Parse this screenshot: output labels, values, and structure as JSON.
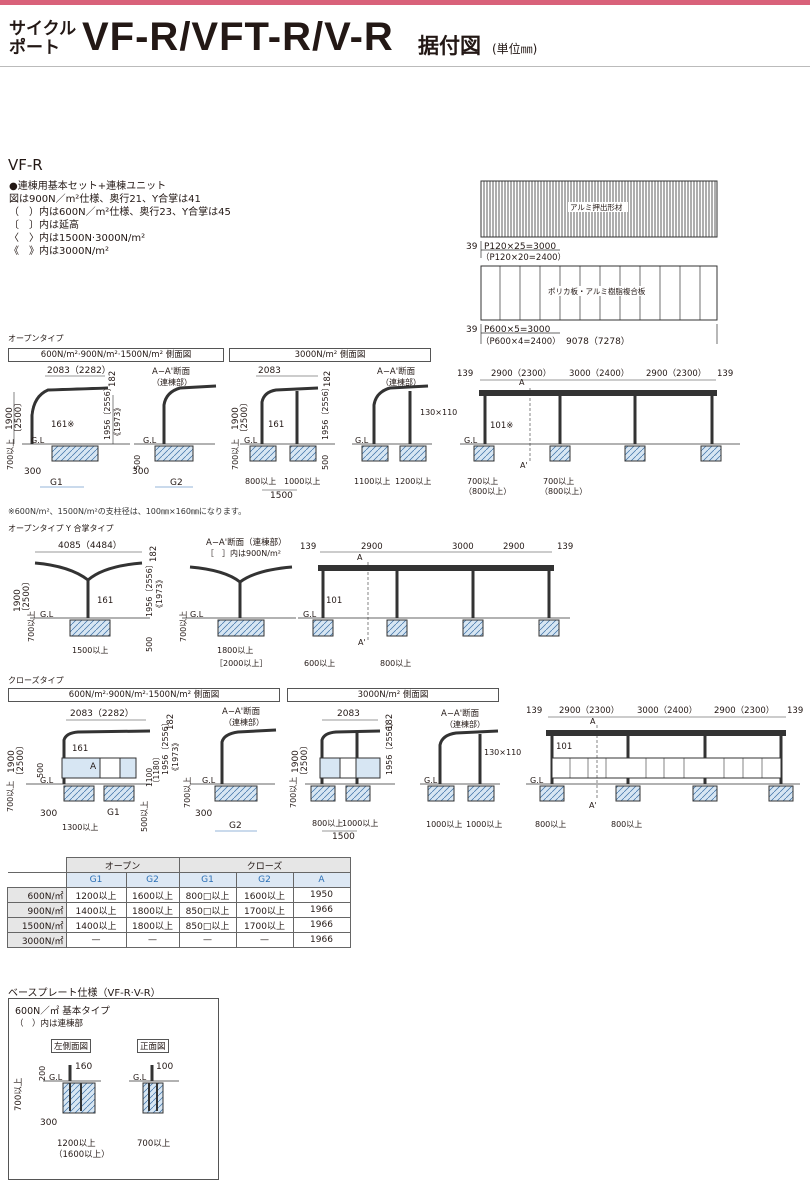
{
  "header": {
    "brand_line1": "サイクル",
    "brand_line2": "ポート",
    "title": "VF-R/VFT-R/V-R",
    "subtitle": "据付図",
    "unit": "(単位㎜)"
  },
  "section_title": "VF-R",
  "notes": [
    "●連棟用基本セット+連棟ユニット",
    "図は900N／m²仕様、奥行21、Y合掌は41",
    "（　）内は600N／m²仕様、奥行23、Y合掌は45",
    "〔　〕内は延高",
    "〈　〉内は1500N·3000N/m²",
    "《　》内は3000N/m²"
  ],
  "plan": {
    "roof_label_1": "アルミ押出形材",
    "pitch_1": "P120×25=3000",
    "pitch_1_alt": "（P120×20=2400）",
    "roof_label_2": "ポリカ板・アルミ樹脂複合板",
    "pitch_2": "P600×5=3000",
    "pitch_2_alt": "（P600×4=2400）",
    "total": "9078（7278）",
    "edge": "39"
  },
  "open": {
    "type_label": "オープンタイプ",
    "box1": "600N/m²·900N/m²·1500N/m² 側面図",
    "box2": "3000N/m² 側面図",
    "aa": "A−A'断面",
    "renmune": "（連棟部）",
    "w1": "2083（2282）",
    "w2": "2083",
    "h1": "1900",
    "h1b": "〔2500〕",
    "h2": "1956〔2556〕",
    "h2b": "《1973》",
    "h3": "1956〔2556〕",
    "top": "182",
    "post": "161",
    "post_mark": "161※",
    "gl": "G.L",
    "base": "700以上",
    "d300": "300",
    "d500": "500",
    "g1": "G1",
    "g2": "G2",
    "f800": "800以上",
    "f1000": "1000以上",
    "f1500": "1500",
    "f1100": "1100以上",
    "f1200": "1200以上",
    "beam": "130×110",
    "front_spans": [
      "139",
      "2900（2300）",
      "3000（2400）",
      "2900（2300）",
      "139"
    ],
    "post_front": "101※",
    "a": "A",
    "a2": "A'",
    "fr1": "700以上",
    "fr1b": "（800以上）",
    "fr2": "700以上",
    "fr2b": "（800以上）"
  },
  "footnote": "※600N/m²、1500N/m²の支柱径は、100㎜×160㎜になります。",
  "y": {
    "type_label": "オープンタイプ Y 合掌タイプ",
    "w": "4085（4484）",
    "top": "182",
    "h1": "1900",
    "h1b": "〔2500〕",
    "h2": "1956〔2556〕",
    "h2b": "《1973》",
    "post": "161",
    "gl": "G.L",
    "base": "700以上",
    "d500": "500",
    "f1": "1500以上",
    "aa": "A−A'断面（連棟部）",
    "aa2": "［　］内は900N/m²",
    "f2": "1800以上",
    "f2b": "［2000以上］",
    "front_spans": [
      "139",
      "2900",
      "3000",
      "2900",
      "139"
    ],
    "post_front": "101",
    "a": "A",
    "a2": "A'",
    "fr1": "600以上",
    "fr2": "800以上"
  },
  "close": {
    "type_label": "クローズタイプ",
    "box1": "600N/m²·900N/m²·1500N/m² 側面図",
    "box2": "3000N/m² 側面図",
    "w1": "2083（2282）",
    "w2": "2083",
    "h1": "1900",
    "h1b": "〔2500〕",
    "h2": "1956〔2556〕",
    "h2b": "《1973》",
    "h3": "1956〔2556〕",
    "top": "182",
    "post": "161",
    "d500": "500",
    "d1100": "1100",
    "d1180": "〔1180〕",
    "gl": "G.L",
    "base": "700以上",
    "d300": "300",
    "f1300": "1300以上",
    "g1": "G1",
    "g2": "G2",
    "f500": "500以上",
    "a_panel": "A",
    "aa": "A−A'断面",
    "renmune": "（連棟部）",
    "f800": "800以上",
    "f1000": "1000以上",
    "f1500": "1500",
    "f1000b": "1000以上",
    "f1000c": "1000以上",
    "beam": "130×110",
    "front_spans": [
      "139",
      "2900（2300）",
      "3000（2400）",
      "2900（2300）",
      "139"
    ],
    "post_front": "101",
    "a": "A",
    "a2": "A'",
    "fr1": "800以上",
    "fr2": "800以上"
  },
  "table": {
    "group_open": "オープン",
    "group_close": "クローズ",
    "cols": [
      "G1",
      "G2",
      "G1",
      "G2",
      "A"
    ],
    "rows": [
      {
        "load": "600N/㎡",
        "cells": [
          "1200以上",
          "1600以上",
          "800□以上",
          "1600以上",
          "1950"
        ]
      },
      {
        "load": "900N/㎡",
        "cells": [
          "1400以上",
          "1800以上",
          "850□以上",
          "1700以上",
          "1966"
        ]
      },
      {
        "load": "1500N/㎡",
        "cells": [
          "1400以上",
          "1800以上",
          "850□以上",
          "1700以上",
          "1966"
        ]
      },
      {
        "load": "3000N/㎡",
        "cells": [
          "—",
          "—",
          "—",
          "—",
          "1966"
        ]
      }
    ]
  },
  "baseplate": {
    "title": "ベースプレート仕様（VF-R·V-R）",
    "t1": "600N／㎡ 基本タイプ",
    "t2": "（　）内は連棟部",
    "side_label": "左側面図",
    "front_label": "正面図",
    "d160": "160",
    "d200": "200",
    "d100": "100",
    "gl": "G.L",
    "d700": "700以上",
    "d300": "300",
    "f1": "1200以上",
    "f1b": "（1600以上）",
    "f2": "700以上"
  }
}
